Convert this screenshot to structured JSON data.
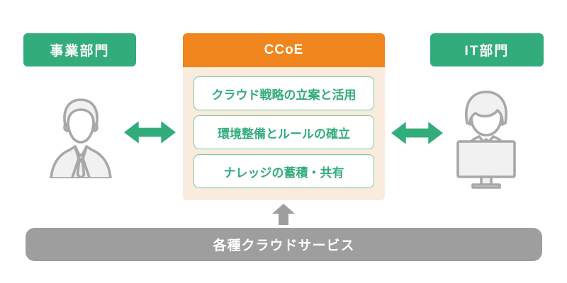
{
  "colors": {
    "green": "#33ac7c",
    "orange": "#f0861d",
    "beige": "#f9ebde",
    "item-border": "#7cc79e",
    "item-text": "#33ac7c",
    "gray": "#9e9e9e",
    "icon-stroke": "#a8a8a8",
    "icon-fill": "#f1f1f1"
  },
  "left_section": {
    "title": "事業部門",
    "icon": "businessman-icon"
  },
  "center_section": {
    "title": "CCoE",
    "items": [
      "クラウド戦略の立案と活用",
      "環境整備とルールの確立",
      "ナレッジの蓄積・共有"
    ]
  },
  "right_section": {
    "title": "IT部門",
    "icon": "person-at-computer-icon"
  },
  "arrows": {
    "left": "bidirectional-arrow-icon",
    "right": "bidirectional-arrow-icon",
    "bottom": "up-arrow-icon"
  },
  "bottom_bar": {
    "label": "各種クラウドサービス"
  }
}
